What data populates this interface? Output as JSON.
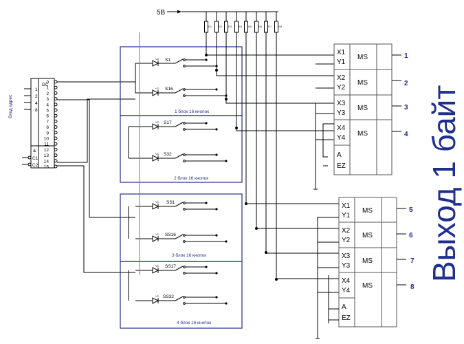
{
  "supply": {
    "label": "5В"
  },
  "resistors": [
    "R1",
    "R2",
    "R3",
    "R4",
    "R5",
    "R6",
    "R7",
    "R8"
  ],
  "decoder": {
    "title": "DC",
    "input_title": "Вход адрес",
    "inputs": [
      "1",
      "2",
      "4",
      "8"
    ],
    "and_label": "&",
    "enable_inputs": [
      "C1",
      "C2"
    ],
    "outputs": [
      "0",
      "1",
      "2",
      "3",
      "4",
      "5",
      "6",
      "7",
      "8",
      "9",
      "10",
      "11",
      "12",
      "13",
      "14",
      "15"
    ]
  },
  "blocks": [
    {
      "label": "1 блок 16 кнопок",
      "switches": [
        "S1",
        "S16"
      ]
    },
    {
      "label": "2 блок 16 кнопок",
      "switches": [
        "S17",
        "S32"
      ]
    },
    {
      "label": "3 блок 16 кнопок",
      "switches": [
        "SS1",
        "SS16"
      ]
    },
    {
      "label": "4 блок 16 кнопок",
      "switches": [
        "SS17",
        "SS32"
      ]
    }
  ],
  "diode_label": "VD",
  "mux_groups": [
    {
      "rows": [
        [
          "X1",
          "Y1"
        ],
        [
          "X2",
          "Y2"
        ],
        [
          "X3",
          "Y3"
        ],
        [
          "X4",
          "Y4"
        ]
      ],
      "chip": "MS",
      "control": [
        "A",
        "EZ"
      ],
      "outputs": [
        "1",
        "2",
        "3",
        "4"
      ]
    },
    {
      "rows": [
        [
          "X1",
          "Y1"
        ],
        [
          "X2",
          "Y2"
        ],
        [
          "X3",
          "Y3"
        ],
        [
          "X4",
          "Y4"
        ]
      ],
      "chip": "MS",
      "control": [
        "A",
        "EZ"
      ],
      "outputs": [
        "5",
        "6",
        "7",
        "8"
      ]
    }
  ],
  "output_title": "Выход 1 байт"
}
